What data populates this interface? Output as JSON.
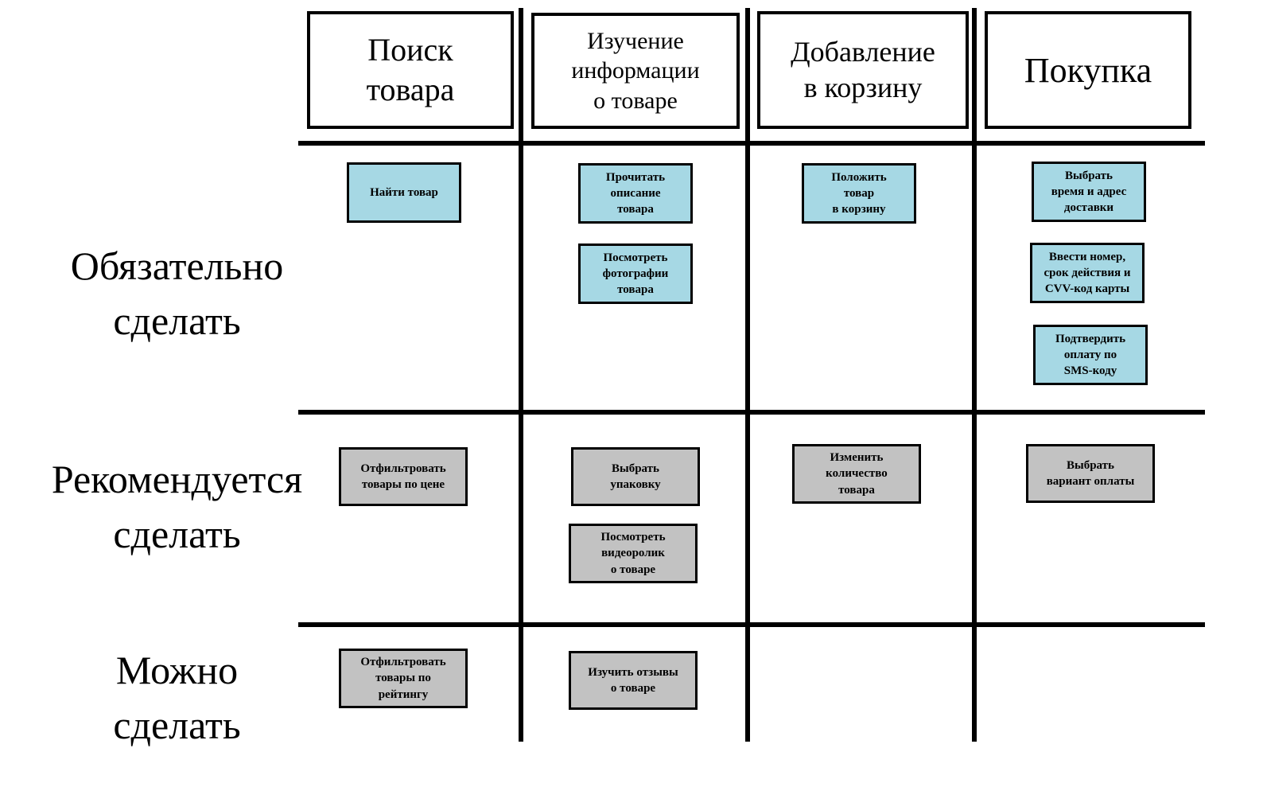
{
  "colors": {
    "required_fill": "#a6d8e4",
    "optional_fill": "#c2c2c2",
    "line": "#000000"
  },
  "columns": [
    {
      "title": "Поиск\nтовара"
    },
    {
      "title": "Изучение\nинформации\nо товаре"
    },
    {
      "title": "Добавление\nв корзину"
    },
    {
      "title": "Покупка"
    }
  ],
  "rows": [
    {
      "label": "Обязательно\nсделать"
    },
    {
      "label": "Рекомендуется\nсделать"
    },
    {
      "label": "Можно\nсделать"
    }
  ],
  "cells": [
    [
      [
        "Найти товар"
      ],
      [
        "Прочитать\nописание\nтовара",
        "Посмотреть\nфотографии\nтовара"
      ],
      [
        "Положить\nтовар\nв корзину"
      ],
      [
        "Выбрать\nвремя и адрес\nдоставки",
        "Ввести номер,\nсрок действия и\nCVV-код карты",
        "Подтвердить\nоплату по\nSMS-коду"
      ]
    ],
    [
      [
        "Отфильтровать\nтовары по цене"
      ],
      [
        "Выбрать\nупаковку",
        "Посмотреть\nвидеоролик\nо товаре"
      ],
      [
        "Изменить\nколичество\nтовара"
      ],
      [
        "Выбрать\nвариант оплаты"
      ]
    ],
    [
      [
        "Отфильтровать\nтовары по\nрейтингу"
      ],
      [
        "Изучить отзывы\nо товаре"
      ],
      [],
      []
    ]
  ]
}
